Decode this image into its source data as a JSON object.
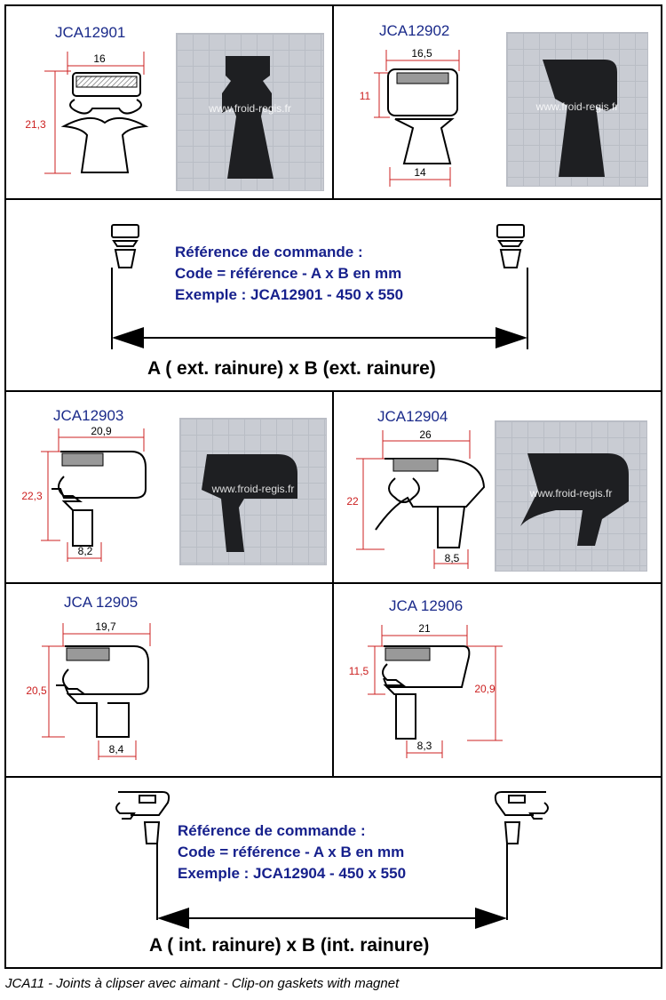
{
  "products": [
    {
      "code": "JCA12901",
      "photo_watermark": "www.froid-regis.fr",
      "dims": [
        "16",
        "21,3"
      ]
    },
    {
      "code": "JCA12902",
      "photo_watermark": "www.froid-regis.fr",
      "dims": [
        "16,5",
        "11",
        "14"
      ]
    },
    {
      "code": "JCA12903",
      "photo_watermark": "www.froid-regis.fr",
      "dims": [
        "20,9",
        "22,3",
        "8,2"
      ]
    },
    {
      "code": "JCA12904",
      "photo_watermark": "www.froid-regis.fr",
      "dims": [
        "26",
        "22",
        "8,5"
      ]
    },
    {
      "code": "JCA 12905",
      "dims": [
        "19,7",
        "20,5",
        "8,4"
      ]
    },
    {
      "code": "JCA 12906",
      "dims": [
        "21",
        "11,5",
        "20,9",
        "8,3"
      ]
    }
  ],
  "order_ext": {
    "title": "Référence de commande :",
    "code_line": "Code = référence - A x B en mm",
    "example": "Exemple : JCA12901 - 450 x 550",
    "dimension": "A ( ext. rainure) x B (ext. rainure)"
  },
  "order_int": {
    "title": "Référence de commande :",
    "code_line": "Code = référence - A x B en mm",
    "example": "Exemple : JCA12904 - 450 x 550",
    "dimension": "A ( int. rainure) x B (int. rainure)"
  },
  "caption": "JCA11 - Joints à clipser avec aimant - Clip-on gaskets with magnet",
  "colors": {
    "code_blue": "#1a2a8a",
    "dimension_red": "#cc2020",
    "photo_bg": "#c9ccd3"
  }
}
